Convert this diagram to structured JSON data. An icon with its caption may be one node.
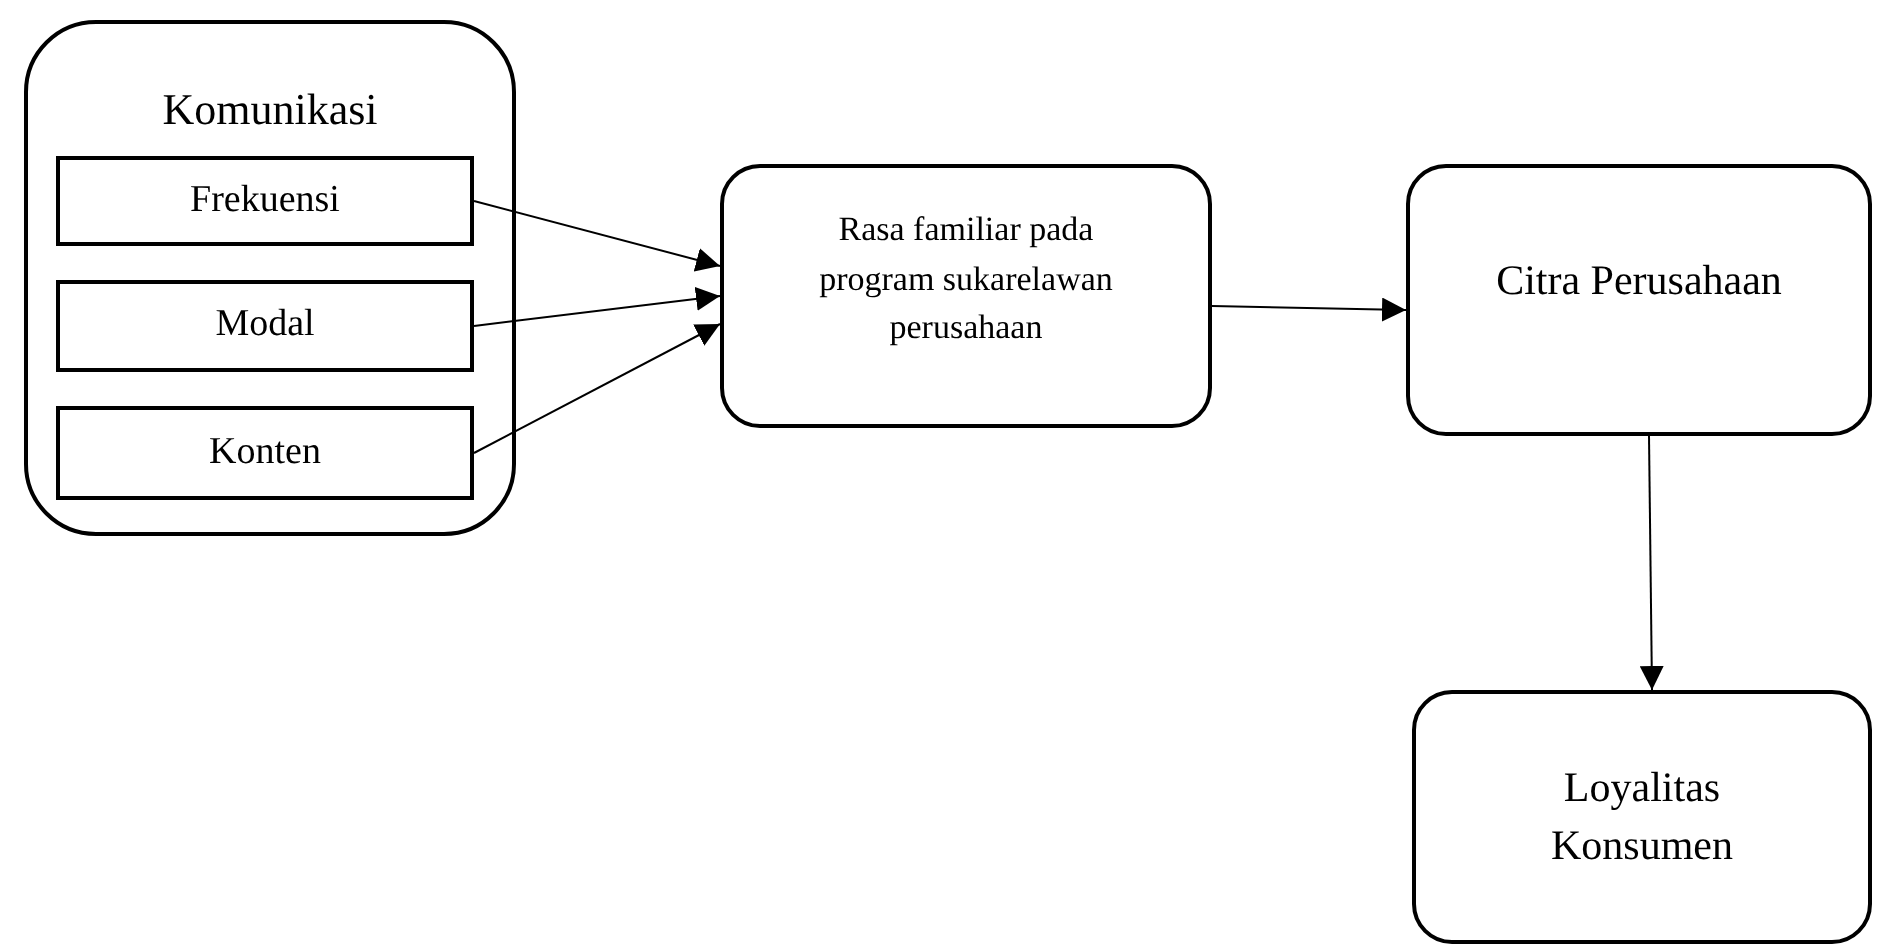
{
  "diagram": {
    "nodes": [
      {
        "text": [
          "Komunikasi"
        ]
      },
      {
        "text": [
          "Frekuensi"
        ],
        "in": 0
      },
      {
        "text": [
          "Modal"
        ],
        "in": 0
      },
      {
        "text": [
          "Konten"
        ],
        "in": 0
      },
      {
        "text": [
          "Rasa familiar pada program sukarelawan perusahaan"
        ]
      },
      {
        "text": [
          "Citra Perusahaan"
        ]
      },
      {
        "text": [
          "Loyalitas Konsumen"
        ]
      }
    ],
    "edges": [
      {
        "from": 1,
        "to": 4,
        "arrow": "to"
      },
      {
        "from": 2,
        "to": 4,
        "arrow": "to"
      },
      {
        "from": 3,
        "to": 4,
        "arrow": "to"
      },
      {
        "from": 4,
        "to": 5,
        "arrow": "to"
      },
      {
        "from": 5,
        "to": 6,
        "arrow": "to"
      }
    ]
  }
}
